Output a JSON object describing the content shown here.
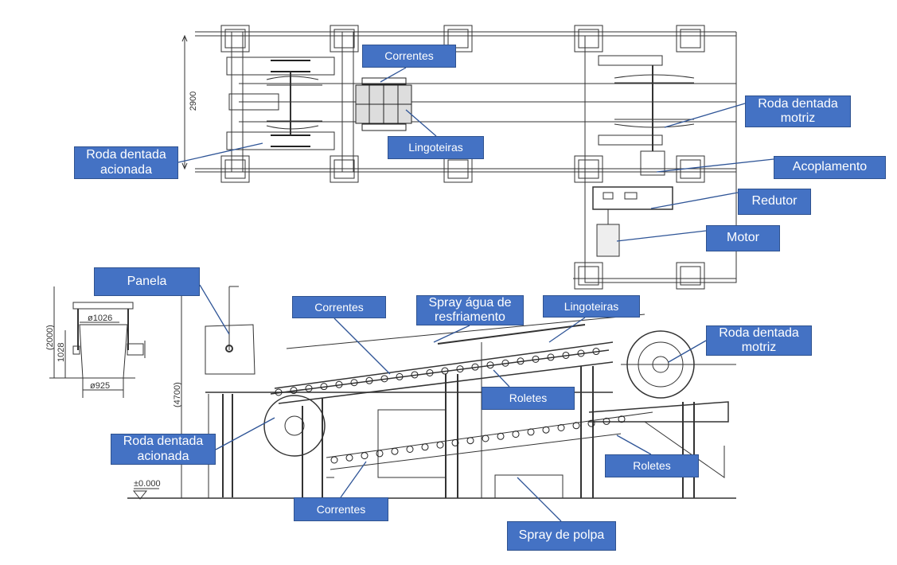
{
  "labels": {
    "top_correntes": "Correntes",
    "top_lingoteiras": "Lingoteiras",
    "top_roda_acionada": "Roda dentada acionada",
    "top_roda_motriz": "Roda dentada motriz",
    "acoplamento": "Acoplamento",
    "redutor": "Redutor",
    "motor": "Motor",
    "panela": "Panela",
    "side_correntes": "Correntes",
    "spray_agua": "Spray água de resfriamento",
    "side_lingoteiras": "Lingoteiras",
    "side_roda_motriz": "Roda dentada motriz",
    "side_roletes": "Roletes",
    "side_roda_acionada": "Roda dentada acionada",
    "lower_roletes": "Roletes",
    "lower_correntes": "Correntes",
    "spray_polpa": "Spray de polpa"
  },
  "dimensions": {
    "width_plan": "2900",
    "ladle_top_diameter": "ø1026",
    "ladle_height": "1028",
    "ladle_total": "(2000)",
    "ladle_bottom_diameter": "ø925",
    "total_height": "(4700)",
    "ground_level": "±0.000"
  },
  "colors": {
    "label_fill": "#4472C4",
    "label_border": "#2F528F",
    "leader": "#2F5597",
    "drawing": "#333333"
  }
}
